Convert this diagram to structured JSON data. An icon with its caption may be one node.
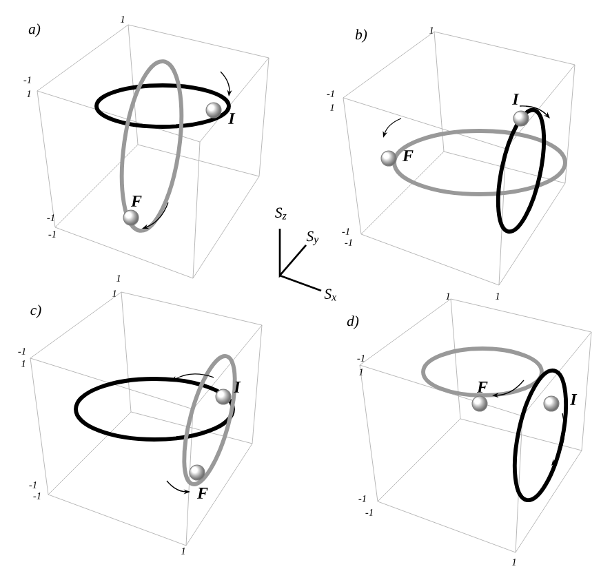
{
  "diagram": {
    "labels": [
      "a)",
      "1",
      "-1",
      "1",
      "-1",
      "-1",
      "1",
      "I",
      "F",
      "b)",
      "1",
      "-1",
      "1",
      "-1",
      "-1",
      "I",
      "F",
      "S$_{z}$",
      "S$_{y}$",
      "S$_{x}$",
      "c)",
      "1",
      "-1",
      "1",
      "-1",
      "-1",
      "1",
      "I",
      "F",
      "d)",
      "1",
      "1",
      "-1",
      "1",
      "-1",
      "-1",
      "1",
      "F",
      "I"
    ]
  }
}
